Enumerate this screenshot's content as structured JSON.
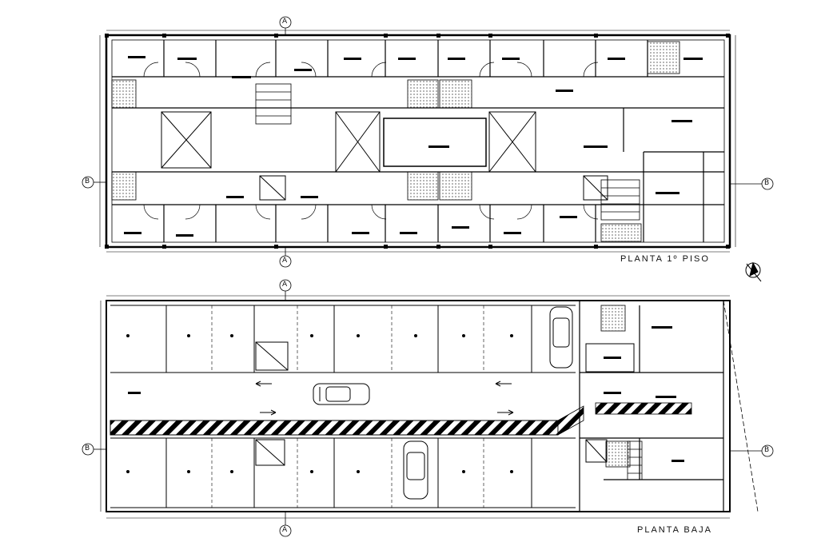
{
  "drawing": {
    "upper_plan_title": "PLANTA 1º PISO",
    "lower_plan_title": "PLANTA BAJA",
    "grid_markers": {
      "a": "A",
      "b": "B"
    },
    "line_color": "#000000",
    "background": "#ffffff",
    "hatch": "diagonal-stripes",
    "north_arrow": "north-arrow-icon",
    "vehicle_icon": "car-icon"
  }
}
